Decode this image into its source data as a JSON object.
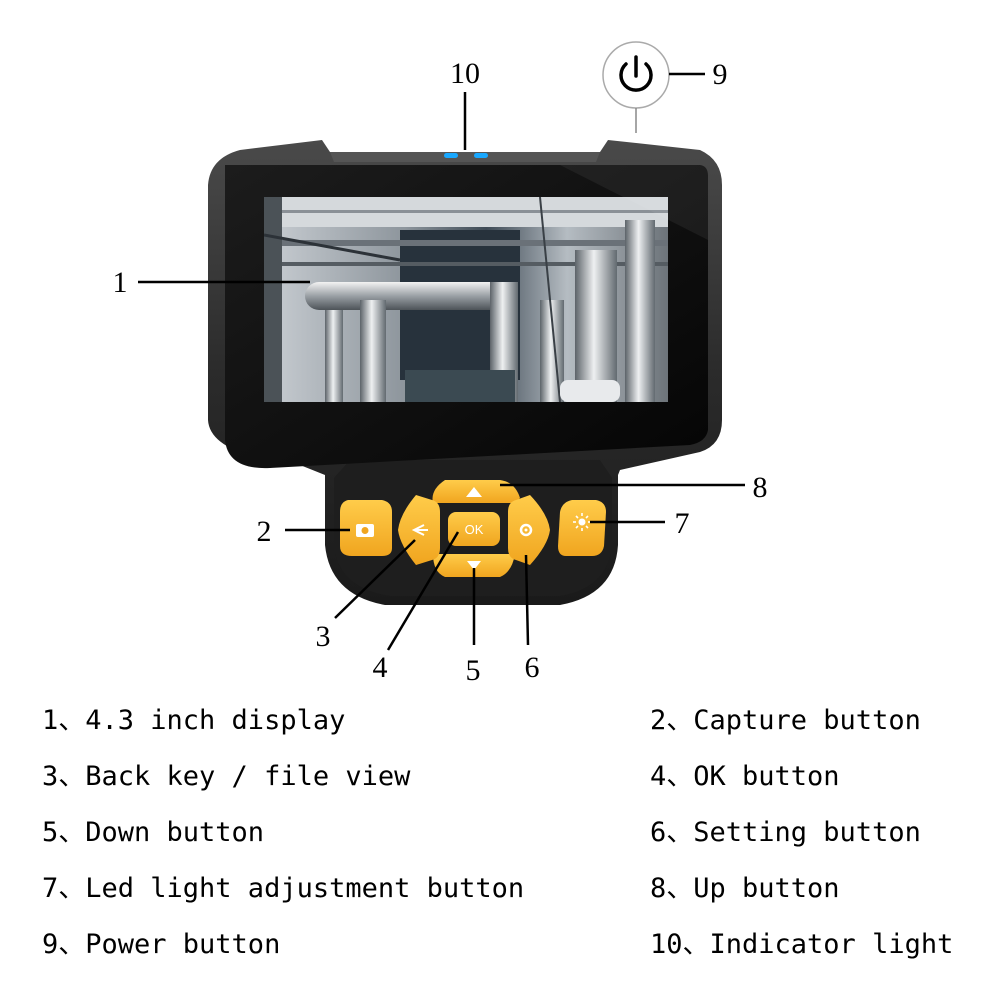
{
  "callouts": {
    "c1": "1",
    "c2": "2",
    "c3": "3",
    "c4": "4",
    "c5": "5",
    "c6": "6",
    "c7": "7",
    "c8": "8",
    "c9": "9",
    "c10": "10"
  },
  "buttons": {
    "ok_label": "OK"
  },
  "icons": {
    "power": "power-icon",
    "capture": "camera-icon",
    "back": "back-arrow-icon",
    "up": "up-triangle-icon",
    "down": "down-triangle-icon",
    "setting": "gear-icon",
    "led": "sun-icon"
  },
  "colors": {
    "button_fill": "#F7B52C",
    "body": "#2a2a2a",
    "indicator": "#19a8ff"
  },
  "legend": {
    "l1": "1、4.3 inch display",
    "l2": "2、Capture button",
    "l3": "3、Back key / file view",
    "l4": "4、OK button",
    "l5": "5、Down button",
    "l6": "6、Setting button",
    "l7": "7、Led light adjustment button",
    "l8": "8、Up button",
    "l9": "9、Power button",
    "l10": "10、Indicator light"
  }
}
